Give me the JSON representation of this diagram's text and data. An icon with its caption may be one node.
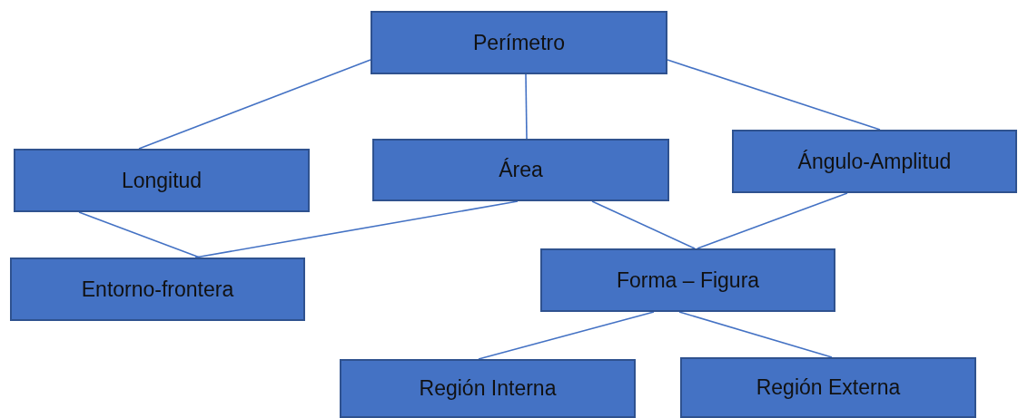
{
  "diagram": {
    "nodes": [
      {
        "text": [
          "Perímetro"
        ]
      },
      {
        "text": [
          "Longitud"
        ]
      },
      {
        "text": [
          "Área"
        ]
      },
      {
        "text": [
          "Ángulo-Amplitud"
        ]
      },
      {
        "text": [
          "Entorno-frontera"
        ]
      },
      {
        "text": [
          "Forma – Figura"
        ]
      },
      {
        "text": [
          "Región Interna"
        ]
      },
      {
        "text": [
          "Región Externa"
        ]
      }
    ],
    "edges": [
      {
        "from": 0,
        "to": 1,
        "arrow": "none"
      },
      {
        "from": 0,
        "to": 2,
        "arrow": "none"
      },
      {
        "from": 0,
        "to": 3,
        "arrow": "none"
      },
      {
        "from": 1,
        "to": 4,
        "arrow": "none"
      },
      {
        "from": 2,
        "to": 4,
        "arrow": "none"
      },
      {
        "from": 2,
        "to": 5,
        "arrow": "none"
      },
      {
        "from": 3,
        "to": 5,
        "arrow": "none"
      },
      {
        "from": 5,
        "to": 6,
        "arrow": "none"
      },
      {
        "from": 5,
        "to": 7,
        "arrow": "none"
      }
    ]
  }
}
